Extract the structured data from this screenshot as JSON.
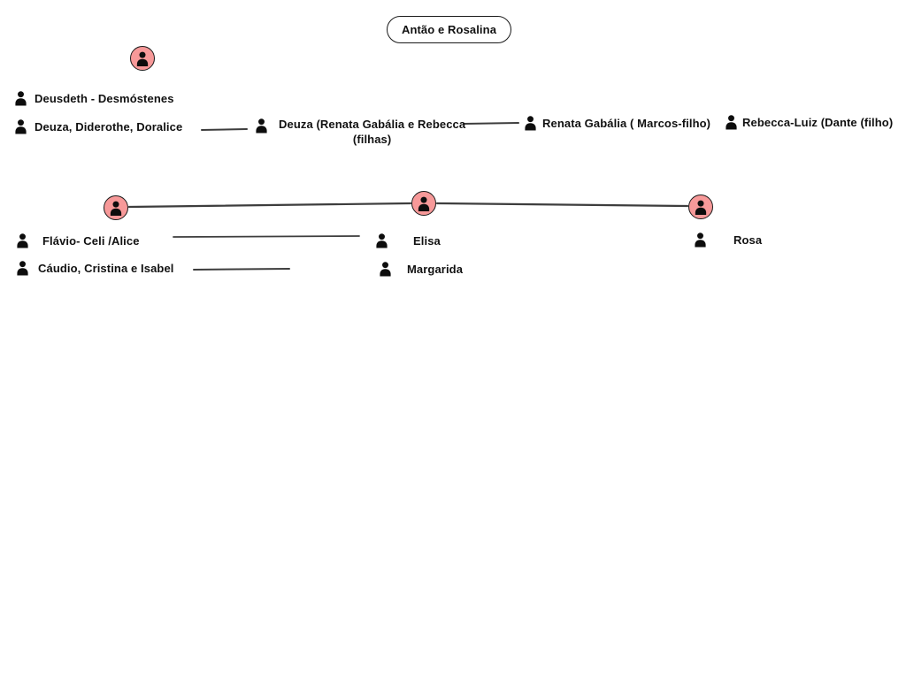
{
  "title": "Antão e Rosalina",
  "labels": {
    "deusdeth": "Deusdeth - Desmóstenes",
    "deuza_sisters": "Deuza, Diderothe, Doralice",
    "deuza_mid_line1": "Deuza (Renata Gabália e Rebecca",
    "deuza_mid_line2": "(filhas)",
    "renata": "Renata Gabália ( Marcos-filho)",
    "rebecca": "Rebecca-Luiz (Dante (filho)",
    "flavio": "Flávio- Celi /Alice",
    "elisa": "Elisa",
    "rosa": "Rosa",
    "caudio": "Cáudio, Cristina e Isabel",
    "margarida": "Margarida"
  },
  "icons": {
    "person": "person-silhouette"
  },
  "colors": {
    "background": "#ffffff",
    "node_fill": "#f79999",
    "stroke": "#1a1a1a",
    "icon": "#0d0d0d",
    "text": "#111111",
    "connector": "#3d3d3d"
  }
}
